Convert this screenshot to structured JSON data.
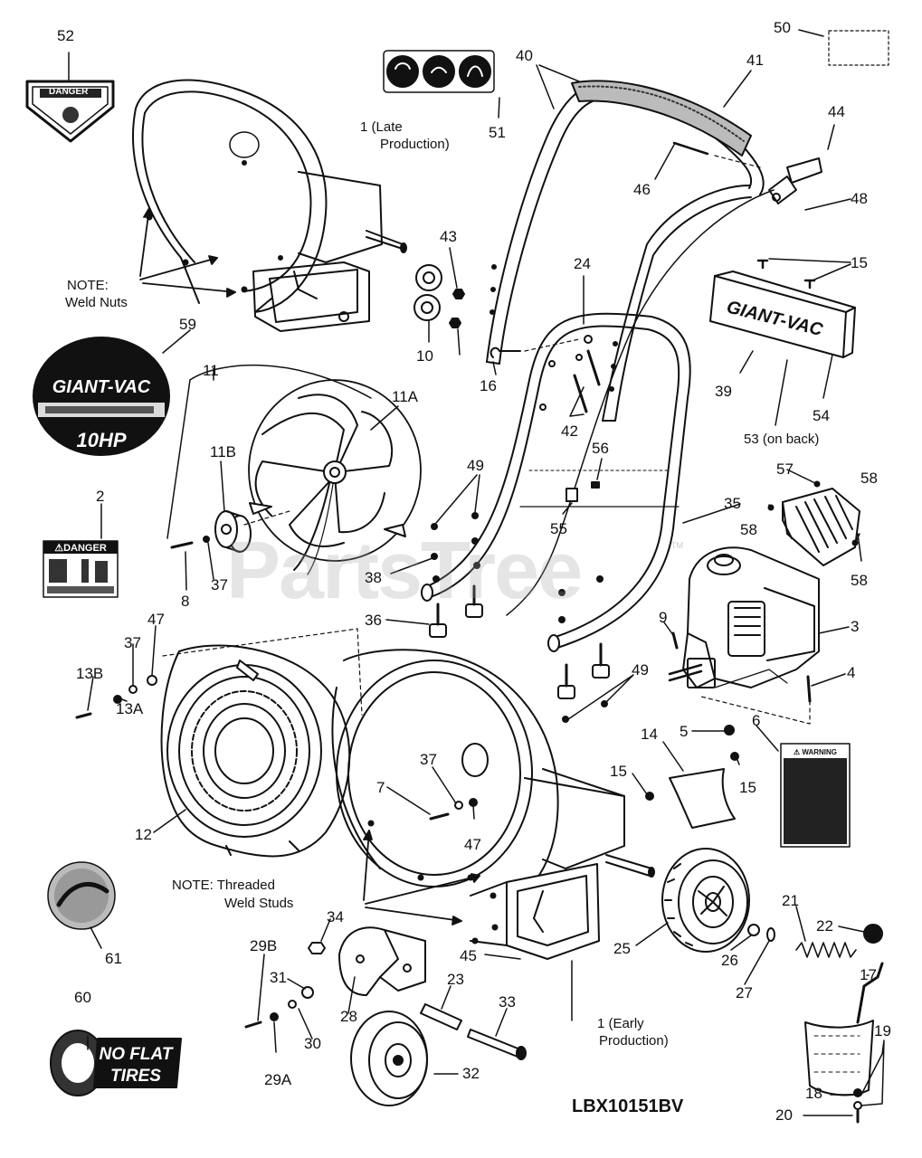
{
  "model_code": "LBX10151BV",
  "watermark": "PartsTree",
  "trademark": "TM",
  "notes": {
    "weld_nuts": [
      "NOTE:",
      "Weld Nuts"
    ],
    "threaded_studs": [
      "NOTE: Threaded",
      "Weld Studs"
    ],
    "late_production": [
      "1 (Late",
      "Production)"
    ],
    "early_production": [
      "1 (Early",
      "Production)"
    ],
    "on_back": "53 (on back)"
  },
  "decals": {
    "danger_52": "DANGER",
    "danger_2": "⚠DANGER",
    "warning_6": "⚠ WARNING",
    "giantvac_59": [
      "GIANT-VAC",
      "10HP"
    ],
    "giantvac_39": "GIANT-VAC",
    "noflat_60": [
      "NO FLAT",
      "TIRES"
    ]
  },
  "callouts": [
    "52",
    "50",
    "40",
    "41",
    "44",
    "46",
    "48",
    "51",
    "15",
    "43",
    "24",
    "59",
    "11",
    "11A",
    "10",
    "16",
    "42",
    "39",
    "53",
    "54",
    "11B",
    "49",
    "56",
    "57",
    "58",
    "58",
    "58",
    "2",
    "55",
    "35",
    "38",
    "8",
    "37",
    "36",
    "9",
    "3",
    "47",
    "37",
    "13B",
    "13A",
    "4",
    "49",
    "6",
    "5",
    "14",
    "15",
    "15",
    "37",
    "7",
    "47",
    "12",
    "61",
    "21",
    "22",
    "34",
    "45",
    "25",
    "26",
    "27",
    "29B",
    "31",
    "23",
    "33",
    "17",
    "19",
    "28",
    "30",
    "60",
    "1",
    "32",
    "29A",
    "18",
    "20"
  ]
}
